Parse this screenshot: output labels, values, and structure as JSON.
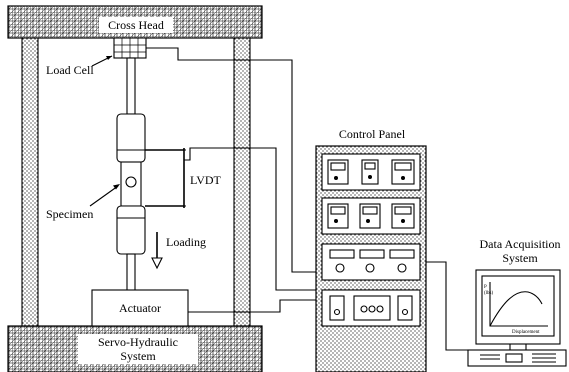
{
  "labels": {
    "cross_head": "Cross Head",
    "load_cell": "Load Cell",
    "lvdt": "LVDT",
    "specimen": "Specimen",
    "loading": "Loading",
    "actuator": "Actuator",
    "servo_line1": "Servo-Hydraulic",
    "servo_line2": "System",
    "control_panel": "Control Panel",
    "daq_line1": "Data Acquisition",
    "daq_line2": "System",
    "monitor_p": "P",
    "monitor_unit": "(lbs)",
    "monitor_x": "Displacement"
  },
  "colors": {
    "ink": "#000000",
    "paper": "#ffffff",
    "hatch": "#000000"
  }
}
